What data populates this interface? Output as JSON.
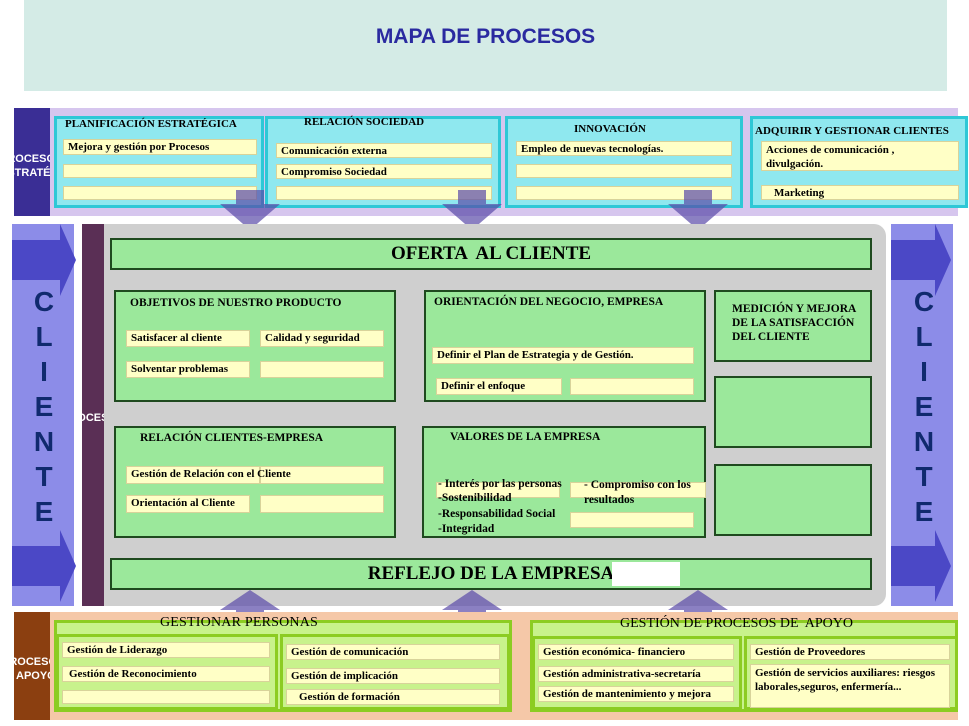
{
  "title": "MAPA DE PROCESOS",
  "side": {
    "strategic": [
      "PROCESOS",
      "ESTRATÉGICOS"
    ],
    "support": [
      "PROCESOS",
      "APOYO"
    ],
    "operative": "PROCESOS OPERATIVOS"
  },
  "client_word": [
    "C",
    "L",
    "I",
    "E",
    "N",
    "T",
    "E"
  ],
  "strategic_boxes": {
    "planificacion": {
      "title": "PLANIFICACIÓN ESTRATÉGICA",
      "items": [
        "Mejora y gestión por Procesos"
      ]
    },
    "relacion": {
      "title": "RELACIÓN SOCIEDAD",
      "items": [
        "Comunicación externa",
        "Compromiso Sociedad"
      ]
    },
    "innovacion": {
      "title": "INNOVACIÓN",
      "items": [
        "Empleo de nuevas tecnologías."
      ]
    },
    "adquirir": {
      "title": "ADQUIRIR Y GESTIONAR CLIENTES",
      "items": [
        "Acciones de comunicación , divulgación.",
        "Marketing"
      ]
    }
  },
  "operative": {
    "oferta": "OFERTA  AL CLIENTE",
    "reflejo": "REFLEJO DE LA EMPRESA",
    "objetivos": {
      "title": "OBJETIVOS DE NUESTRO PRODUCTO",
      "items": [
        "Satisfacer al cliente",
        "Calidad y seguridad",
        "Solventar problemas"
      ]
    },
    "orientacion": {
      "title": "ORIENTACIÓN DEL NEGOCIO, EMPRESA",
      "items": [
        "Definir el Plan de Estrategia y de Gestión.",
        "Definir el enfoque"
      ]
    },
    "medicion": {
      "title": "MEDICIÓN Y MEJORA DE LA SATISFACCIÓN DEL CLIENTE"
    },
    "relacion_clientes": {
      "title": "RELACIÓN CLIENTES-EMPRESA",
      "items": [
        "Gestión de Relación con el Cliente",
        "Orientación al Cliente"
      ]
    },
    "valores": {
      "title": "VALORES DE LA EMPRESA",
      "items": [
        "- Interés por las personas",
        "-Sostenibilidad",
        "-Responsabilidad Social",
        "-Integridad",
        "- Compromiso con los resultados"
      ]
    }
  },
  "support_boxes": {
    "personas": {
      "title": "GESTIONAR PERSONAS",
      "items": [
        "Gestión de Liderazgo",
        "Gestión de Reconocimiento",
        "Gestión de comunicación",
        "Gestión de implicación",
        "Gestión de formación"
      ]
    },
    "apoyo": {
      "title": "GESTIÓN DE PROCESOS DE  APOYO",
      "items": [
        "Gestión económica- financiero",
        "Gestión administrativa-secretaría",
        "Gestión de mantenimiento y mejora",
        "Gestión de Proveedores",
        "Gestión de servicios auxiliares: riesgos laborales,seguros, enfermería..."
      ]
    }
  },
  "colors": {
    "title_band": "#d4ebe6",
    "title_text": "#2a2aa0",
    "strategic_band": "#d6c6ee",
    "side_blue": "#3a2e95",
    "cyan_box": "#8fe8ef",
    "yellow_field": "#ffffc6",
    "operative_bg": "#cfcfcf",
    "green_box": "#9be89b",
    "support_band": "#f5c8a8",
    "support_side": "#8b3f10",
    "client_band": "#8c8ce8"
  }
}
